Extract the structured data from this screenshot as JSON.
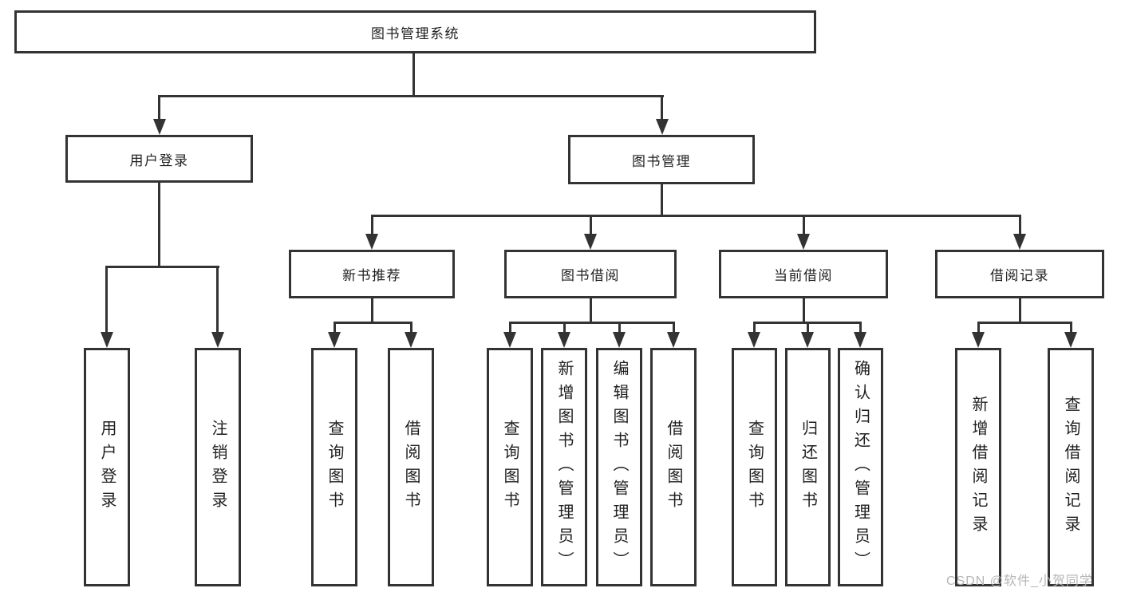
{
  "watermark": "CSDN @软件_小贺同学",
  "nodes": {
    "root": "图书管理系统",
    "level2": [
      {
        "label": "用户登录"
      },
      {
        "label": "图书管理"
      }
    ],
    "user_login_children": [
      "用户登录",
      "注销登录"
    ],
    "groups": [
      {
        "label": "新书推荐",
        "children": [
          "查询图书",
          "借阅图书"
        ]
      },
      {
        "label": "图书借阅",
        "children": [
          "查询图书",
          "新增图书（管理员）",
          "编辑图书（管理员）",
          "借阅图书"
        ]
      },
      {
        "label": "当前借阅",
        "children": [
          "查询图书",
          "归还图书",
          "确认归还（管理员）"
        ]
      },
      {
        "label": "借阅记录",
        "children": [
          "新增借阅记录",
          "查询借阅记录"
        ]
      }
    ]
  },
  "colors": {
    "stroke": "#333333",
    "text": "#1f1f1f",
    "watermark": "#b5b5b5",
    "background": "#ffffff"
  }
}
